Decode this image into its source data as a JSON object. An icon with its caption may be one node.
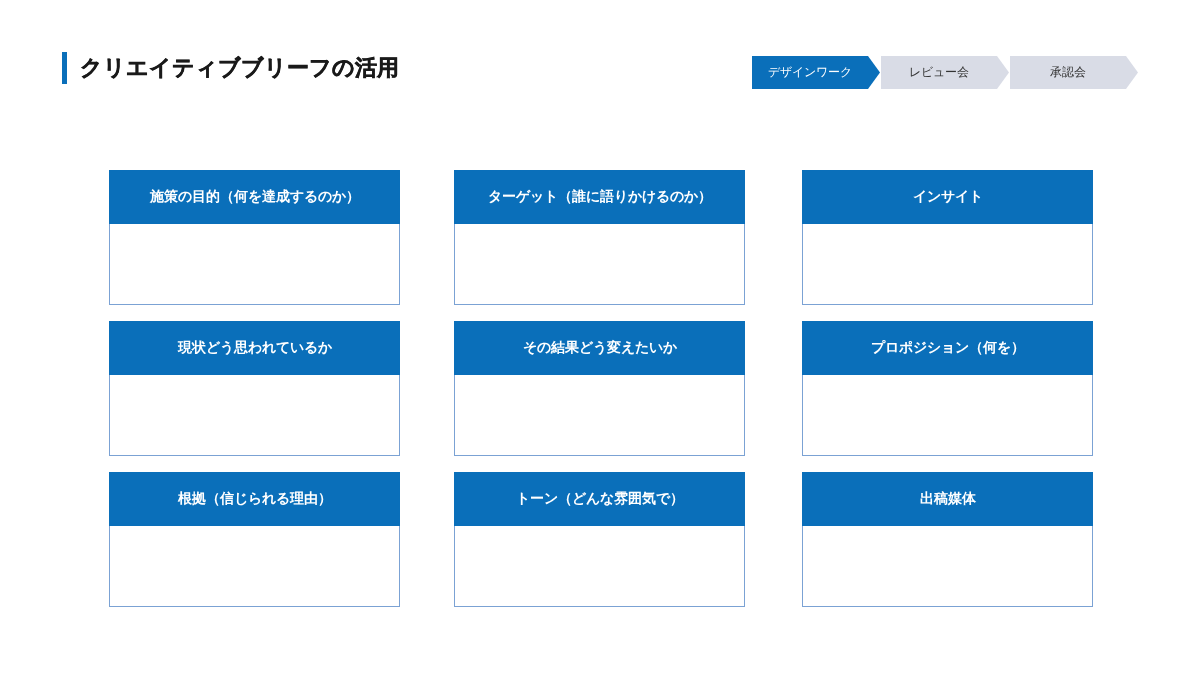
{
  "diagram": {
    "title": "クリエイティブブリーフの活用",
    "nodes": [
      {
        "text": [
          "デザインワーク"
        ]
      },
      {
        "text": [
          "レビュー会"
        ]
      },
      {
        "text": [
          "承認会"
        ]
      },
      {
        "text": [
          "施策の目的（何を達成するのか）"
        ]
      },
      {
        "text": [
          "ターゲット（誰に語りかけるのか）"
        ]
      },
      {
        "text": [
          "インサイト"
        ]
      },
      {
        "text": [
          "現状どう思われているか"
        ]
      },
      {
        "text": [
          "その結果どう変えたいか"
        ]
      },
      {
        "text": [
          "プロポジション（何を）"
        ]
      },
      {
        "text": [
          "根拠（信じられる理由）"
        ]
      },
      {
        "text": [
          "トーン（どんな雰囲気で）"
        ]
      },
      {
        "text": [
          "出稿媒体"
        ]
      }
    ]
  }
}
